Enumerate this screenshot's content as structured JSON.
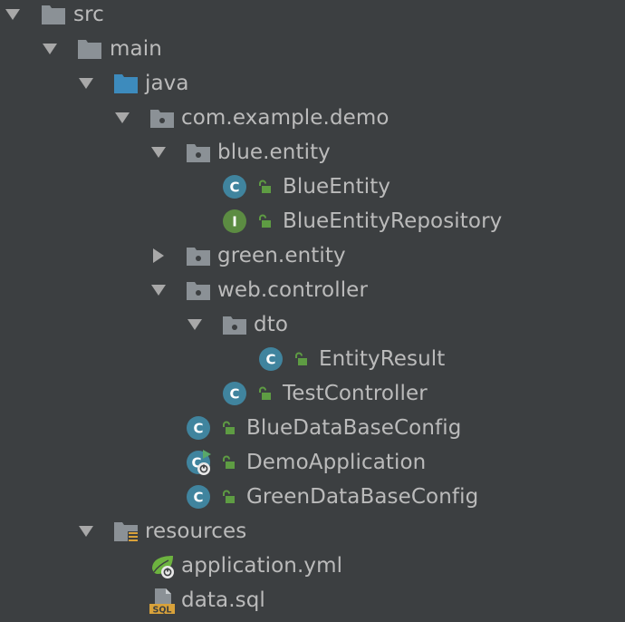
{
  "colors": {
    "background": "#3c3f41",
    "text": "#bbbbbb",
    "folder": "#8b9196",
    "source_folder": "#3d8bbd",
    "class_icon": "#40849e",
    "interface_icon": "#5c8c42",
    "lock": "#5e9c43",
    "spring": "#6db33f",
    "sql_badge": "#d9a23a"
  },
  "tree": [
    {
      "id": "src",
      "label": "src",
      "icon": "folder-icon",
      "expanded": true
    },
    {
      "id": "main",
      "label": "main",
      "icon": "folder-icon",
      "expanded": true
    },
    {
      "id": "java",
      "label": "java",
      "icon": "source-folder-icon",
      "expanded": true
    },
    {
      "id": "com-example-demo",
      "label": "com.example.demo",
      "icon": "package-icon",
      "expanded": true
    },
    {
      "id": "blue-entity",
      "label": "blue.entity",
      "icon": "package-icon",
      "expanded": true
    },
    {
      "id": "BlueEntity",
      "label": "BlueEntity",
      "icon": "class-icon"
    },
    {
      "id": "BlueEntityRepository",
      "label": "BlueEntityRepository",
      "icon": "interface-icon"
    },
    {
      "id": "green-entity",
      "label": "green.entity",
      "icon": "package-icon",
      "expanded": false
    },
    {
      "id": "web-controller",
      "label": "web.controller",
      "icon": "package-icon",
      "expanded": true
    },
    {
      "id": "dto",
      "label": "dto",
      "icon": "package-icon",
      "expanded": true
    },
    {
      "id": "EntityResult",
      "label": "EntityResult",
      "icon": "class-icon"
    },
    {
      "id": "TestController",
      "label": "TestController",
      "icon": "class-icon"
    },
    {
      "id": "BlueDataBaseConfig",
      "label": "BlueDataBaseConfig",
      "icon": "class-icon"
    },
    {
      "id": "DemoApplication",
      "label": "DemoApplication",
      "icon": "spring-boot-class-icon"
    },
    {
      "id": "GreenDataBaseConfig",
      "label": "GreenDataBaseConfig",
      "icon": "class-icon"
    },
    {
      "id": "resources",
      "label": "resources",
      "icon": "resources-folder-icon",
      "expanded": true
    },
    {
      "id": "application-yml",
      "label": "application.yml",
      "icon": "spring-config-icon"
    },
    {
      "id": "data-sql",
      "label": "data.sql",
      "icon": "sql-file-icon"
    }
  ]
}
